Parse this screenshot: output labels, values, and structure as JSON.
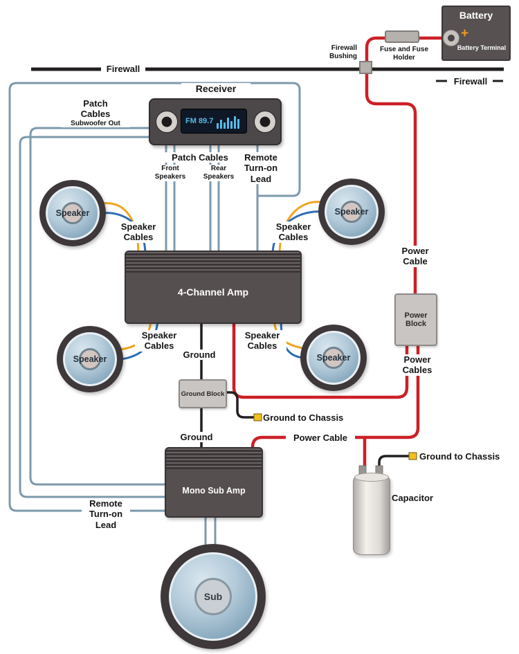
{
  "colors": {
    "power_cable": "#cc2027",
    "signal_cable": "#7c99ac",
    "speaker_wire_yellow": "#f0a41e",
    "speaker_wire_blue": "#2e6cb5",
    "ground_wire": "#231f20",
    "firewall_line": "#231f20",
    "connector_tip": "#f2c01d"
  },
  "battery": {
    "title": "Battery",
    "plus": "+",
    "terminal_label": "Battery Terminal"
  },
  "top_labels": {
    "fuse": "Fuse and Fuse Holder",
    "bushing": "Firewall Bushing",
    "firewall_left": "Firewall",
    "firewall_right": "Firewall"
  },
  "receiver": {
    "title": "Receiver",
    "frequency": "FM 89.7"
  },
  "labels": {
    "patch_sub_title": "Patch Cables",
    "patch_sub_subtitle": "Subwoofer Out",
    "patch_main": "Patch Cables",
    "front_speakers": "Front Speakers",
    "rear_speakers": "Rear Speakers",
    "remote_top": "Remote Turn-on Lead",
    "remote_bottom": "Remote Turn-on Lead",
    "speaker_cables": "Speaker Cables",
    "ground": "Ground",
    "ground_to_chassis": "Ground to Chassis",
    "power_cable": "Power Cable",
    "power_cables": "Power Cables",
    "capacitor": "Capacitor"
  },
  "components": {
    "four_channel_amp": "4-Channel Amp",
    "mono_sub_amp": "Mono Sub Amp",
    "ground_block": "Ground Block",
    "power_block": "Power Block",
    "speaker": "Speaker",
    "sub": "Sub"
  }
}
